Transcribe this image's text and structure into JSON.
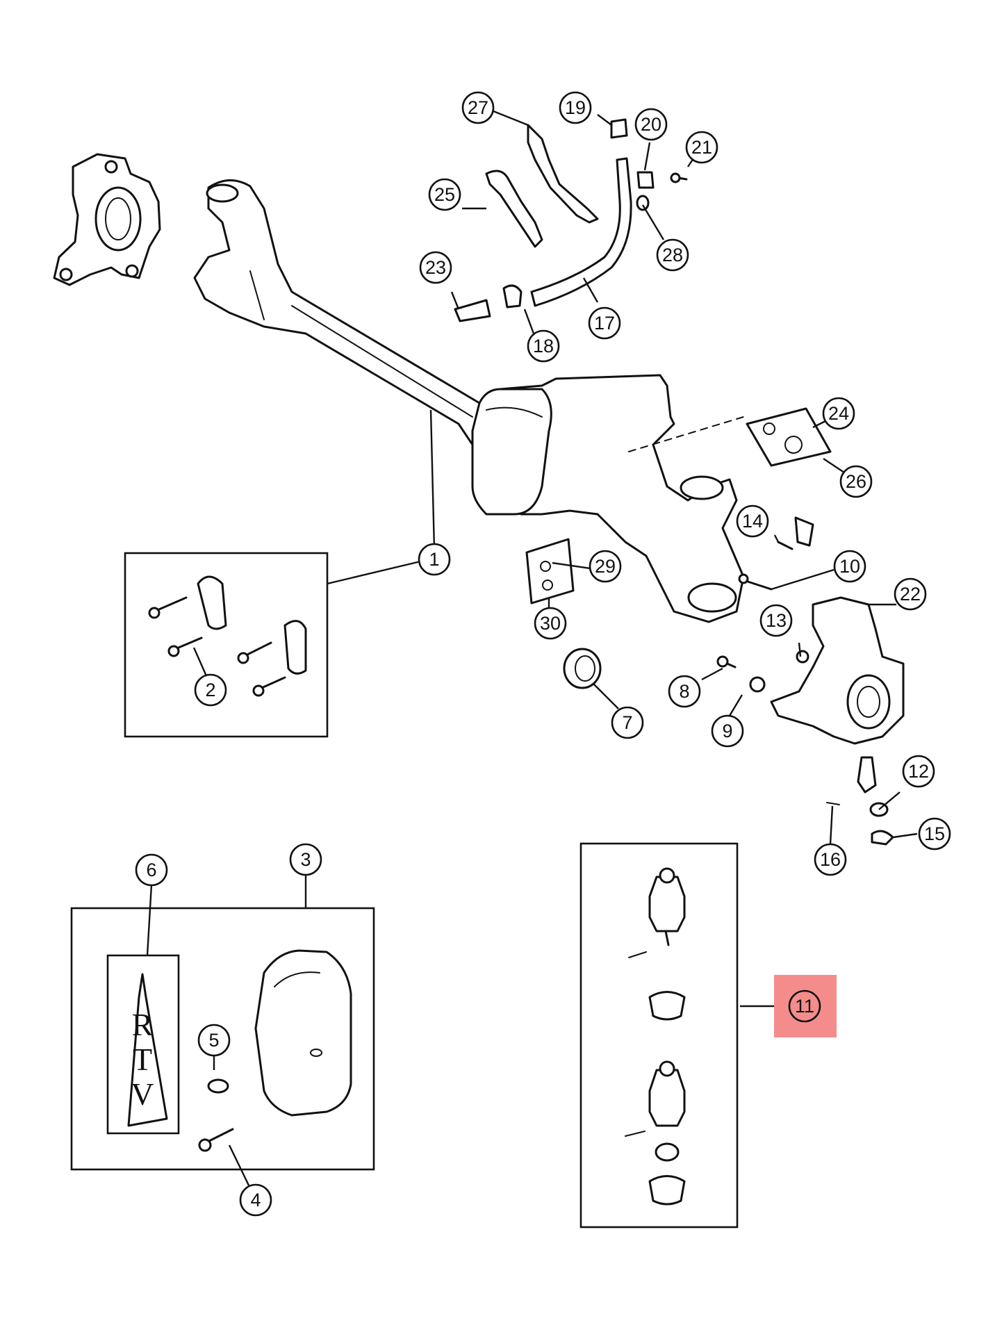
{
  "callouts": [
    {
      "id": "1",
      "label": "1"
    },
    {
      "id": "2",
      "label": "2"
    },
    {
      "id": "3",
      "label": "3"
    },
    {
      "id": "4",
      "label": "4"
    },
    {
      "id": "5",
      "label": "5"
    },
    {
      "id": "6",
      "label": "6"
    },
    {
      "id": "7",
      "label": "7"
    },
    {
      "id": "8",
      "label": "8"
    },
    {
      "id": "9",
      "label": "9"
    },
    {
      "id": "10",
      "label": "10"
    },
    {
      "id": "11",
      "label": "11",
      "highlighted": true
    },
    {
      "id": "12",
      "label": "12"
    },
    {
      "id": "13",
      "label": "13"
    },
    {
      "id": "14",
      "label": "14"
    },
    {
      "id": "15",
      "label": "15"
    },
    {
      "id": "16",
      "label": "16"
    },
    {
      "id": "17",
      "label": "17"
    },
    {
      "id": "18",
      "label": "18"
    },
    {
      "id": "19",
      "label": "19"
    },
    {
      "id": "20",
      "label": "20"
    },
    {
      "id": "21",
      "label": "21"
    },
    {
      "id": "22",
      "label": "22"
    },
    {
      "id": "23",
      "label": "23"
    },
    {
      "id": "24",
      "label": "24"
    },
    {
      "id": "25",
      "label": "25"
    },
    {
      "id": "26",
      "label": "26"
    },
    {
      "id": "27",
      "label": "27"
    },
    {
      "id": "28",
      "label": "28"
    },
    {
      "id": "29",
      "label": "29"
    },
    {
      "id": "30",
      "label": "30"
    }
  ],
  "rtv_tube": {
    "letters": [
      "R",
      "T",
      "V"
    ]
  },
  "colors": {
    "highlight": "#f58c8c",
    "ink": "#111111",
    "background": "#ffffff"
  }
}
